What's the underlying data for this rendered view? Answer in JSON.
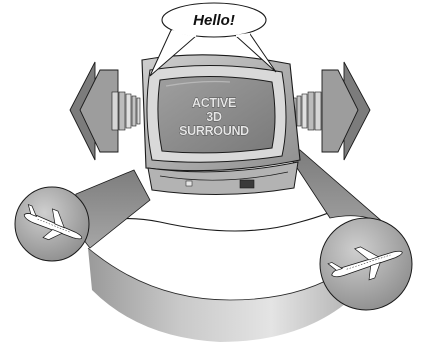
{
  "speech_bubble": {
    "text": "Hello!"
  },
  "tv_screen": {
    "lines": [
      "ACTIVE",
      "3D",
      "SURROUND"
    ]
  },
  "icons": {
    "left_sound_arrow": "sound-wave-arrow-left",
    "right_sound_arrow": "sound-wave-arrow-right",
    "left_airplane": "airplane",
    "right_airplane": "airplane",
    "television": "crt-television"
  },
  "colors": {
    "dark_gray": "#6e6e6e",
    "mid_gray": "#9a9a9a",
    "light_gray": "#c8c8c8",
    "screen_gray": "#8c8c8c",
    "outline": "#1a1a1a"
  }
}
